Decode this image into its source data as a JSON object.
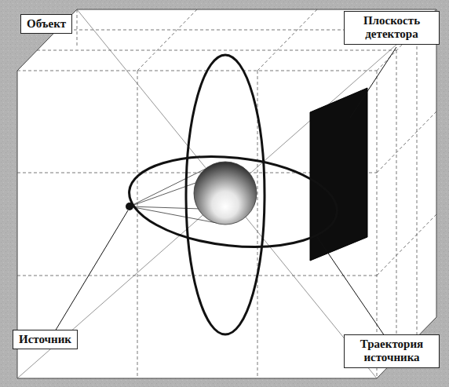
{
  "diagram": {
    "nodes": [
      {
        "text": [
          "Объект"
        ]
      },
      {
        "text": [
          "Плоскость детектора"
        ]
      },
      {
        "text": [
          "Источник"
        ]
      },
      {
        "text": [
          "Траектория источника"
        ]
      }
    ]
  }
}
